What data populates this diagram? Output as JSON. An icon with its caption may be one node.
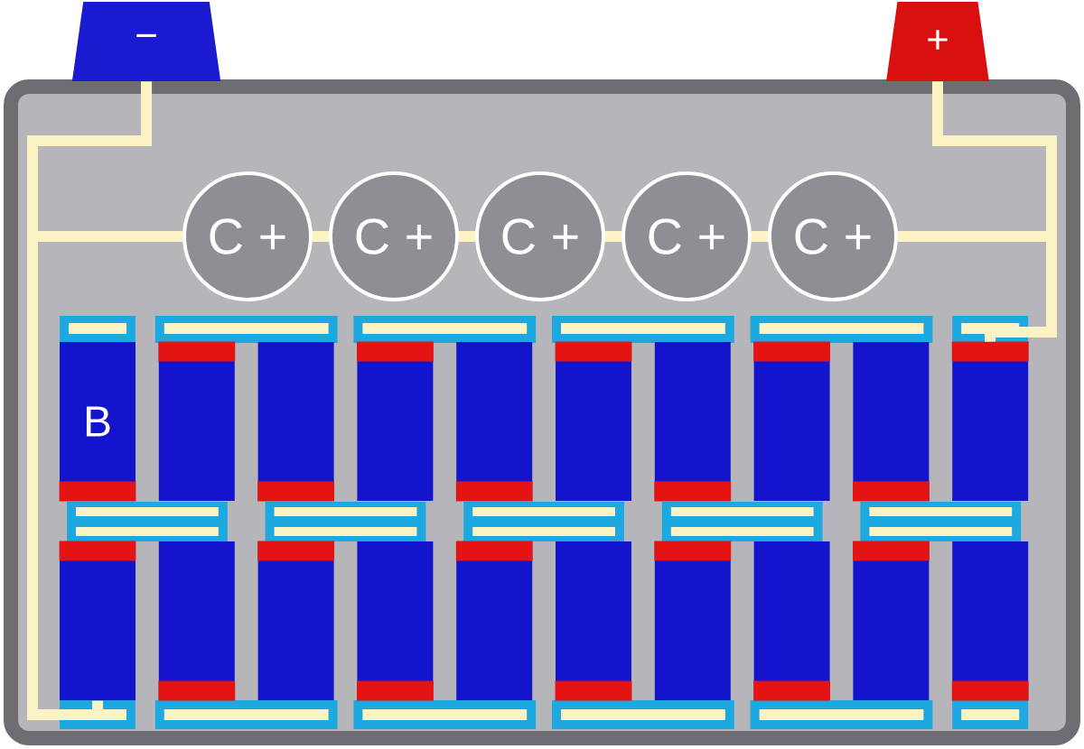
{
  "diagram": {
    "nodes": [
      {
        "text": [
          "−"
        ]
      },
      {
        "text": [
          "+"
        ]
      },
      {
        "text": [
          "C +"
        ]
      },
      {
        "text": [
          "C +"
        ]
      },
      {
        "text": [
          "C +"
        ]
      },
      {
        "text": [
          "C +"
        ]
      },
      {
        "text": [
          "C +"
        ]
      },
      {
        "text": [
          "B"
        ]
      },
      {
        "text": [],
        "shape": "bar"
      },
      {
        "text": [],
        "shape": "bar"
      },
      {
        "text": [],
        "shape": "bar"
      },
      {
        "text": [],
        "shape": "bar"
      },
      {
        "text": [],
        "shape": "bar"
      },
      {
        "text": [],
        "shape": "bar"
      },
      {
        "text": [],
        "shape": "bar"
      },
      {
        "text": [],
        "shape": "bar"
      },
      {
        "text": [],
        "shape": "bar"
      },
      {
        "text": [],
        "shape": "bar"
      },
      {
        "text": [],
        "shape": "bar"
      },
      {
        "text": [],
        "shape": "bar"
      },
      {
        "text": [],
        "shape": "bar"
      },
      {
        "text": [],
        "shape": "bar"
      },
      {
        "text": [],
        "shape": "bar"
      },
      {
        "text": [],
        "shape": "bar"
      },
      {
        "text": [],
        "shape": "bar"
      },
      {
        "text": [],
        "shape": "bar"
      },
      {
        "text": [],
        "shape": "bar"
      }
    ],
    "edges": [
      {
        "from": 0,
        "to": 2,
        "arrow": "none"
      },
      {
        "from": 2,
        "to": 3,
        "arrow": "none"
      },
      {
        "from": 3,
        "to": 4,
        "arrow": "none"
      },
      {
        "from": 4,
        "to": 5,
        "arrow": "none"
      },
      {
        "from": 5,
        "to": 6,
        "arrow": "none"
      },
      {
        "from": 6,
        "to": 1,
        "arrow": "none"
      },
      {
        "from": 0,
        "to": 17,
        "arrow": "none"
      },
      {
        "from": 1,
        "to": 16,
        "arrow": "none"
      }
    ]
  }
}
